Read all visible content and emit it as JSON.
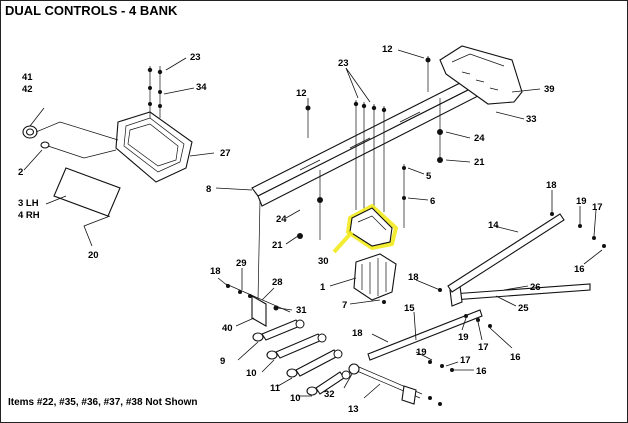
{
  "title": "DUAL CONTROLS - 4 BANK",
  "footnote": "Items #22, #35, #36, #37, #38 Not Shown",
  "highlight_color": "#f2ea1c",
  "callouts": {
    "c41": "41",
    "c42": "42",
    "c2": "2",
    "c3lh": "3 LH",
    "c4rh": "4 RH",
    "c20": "20",
    "c23a": "23",
    "c34": "34",
    "c27": "27",
    "c8": "8",
    "c12a": "12",
    "c12b": "12",
    "c23b": "23",
    "c39": "39",
    "c33": "33",
    "c24a": "24",
    "c21a": "21",
    "c5": "5",
    "c6": "6",
    "c24b": "24",
    "c21b": "21",
    "c30": "30",
    "c1": "1",
    "c7": "7",
    "c18a": "18",
    "c29": "29",
    "c28": "28",
    "c31": "31",
    "c40": "40",
    "c9": "9",
    "c10a": "10",
    "c11": "11",
    "c10b": "10",
    "c32": "32",
    "c13": "13",
    "c18b": "18",
    "c15": "15",
    "c19a": "19",
    "c17a": "17",
    "c16a": "16",
    "c18c": "18",
    "c26": "26",
    "c25": "25",
    "c19b": "19",
    "c17b": "17",
    "c16b": "16",
    "c14": "14",
    "c18d": "18",
    "c19c": "19",
    "c17c": "17",
    "c16c": "16"
  }
}
